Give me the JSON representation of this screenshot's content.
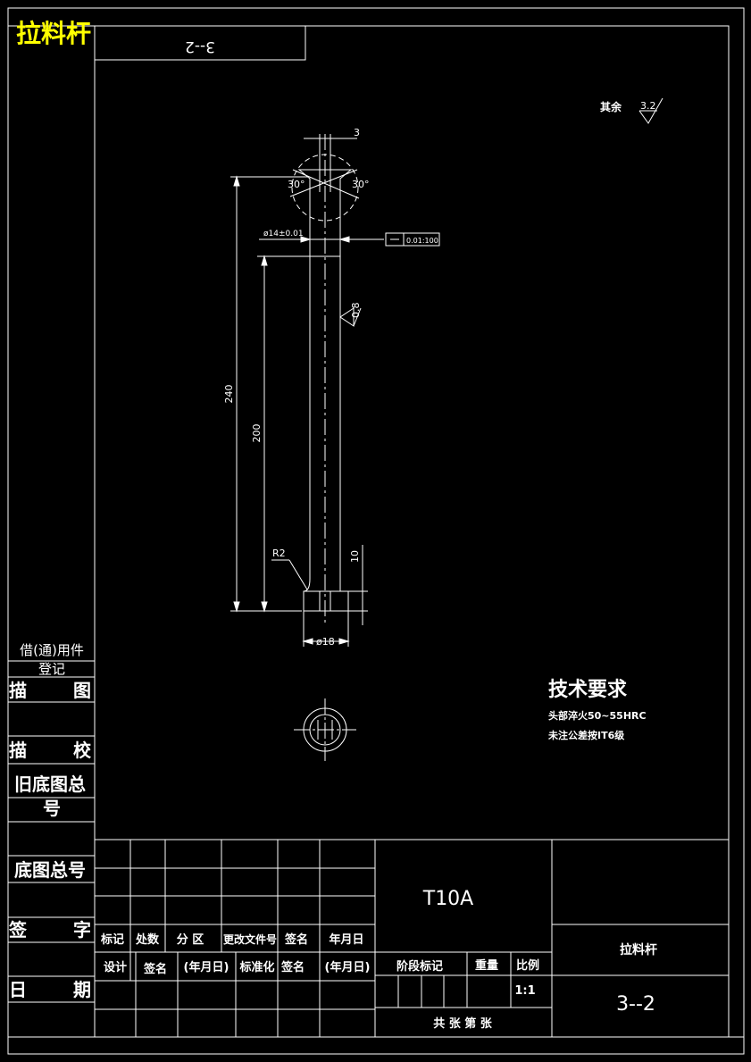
{
  "title_badge": "拉料杆",
  "drawing_no_top": "3--2",
  "roughness_rest_label": "其余",
  "roughness_rest_value": "3.2",
  "dimensions": {
    "head_width": "3",
    "angle_left": "30°",
    "angle_right": "30°",
    "diameter_14": "ø14±0.01",
    "tolerance_frame": "0.01:100",
    "roughness_shaft": "0.8",
    "length_240": "240",
    "length_200": "200",
    "radius": "R2",
    "base_height": "10",
    "diameter_18": "ø18"
  },
  "tech_req": {
    "heading": "技术要求",
    "line1": "头部淬火50~55HRC",
    "line2": "未注公差按IT6级"
  },
  "left_strip": {
    "borrow": "借(通)用件",
    "register": "登记",
    "trace": "描    图",
    "trace_check": "描    校",
    "old_base_no_1": "旧底图总",
    "old_base_no_2": "号",
    "base_total_no": "底图总号",
    "signature": "签    字",
    "date": "日    期"
  },
  "title_block": {
    "header_row1": [
      "标记",
      "处数",
      "分 区",
      "更改文件号",
      "签名",
      "年月日"
    ],
    "header_row2": [
      "设计",
      "签名",
      "(年月日)",
      "标准化",
      "签名",
      "(年月日)"
    ],
    "material": "T10A",
    "stage_mark": "阶段标记",
    "weight": "重量",
    "scale": "比例",
    "scale_value": "1:1",
    "sheets": "共  张  第  张",
    "part_name": "拉料杆",
    "drawing_no": "3--2"
  }
}
